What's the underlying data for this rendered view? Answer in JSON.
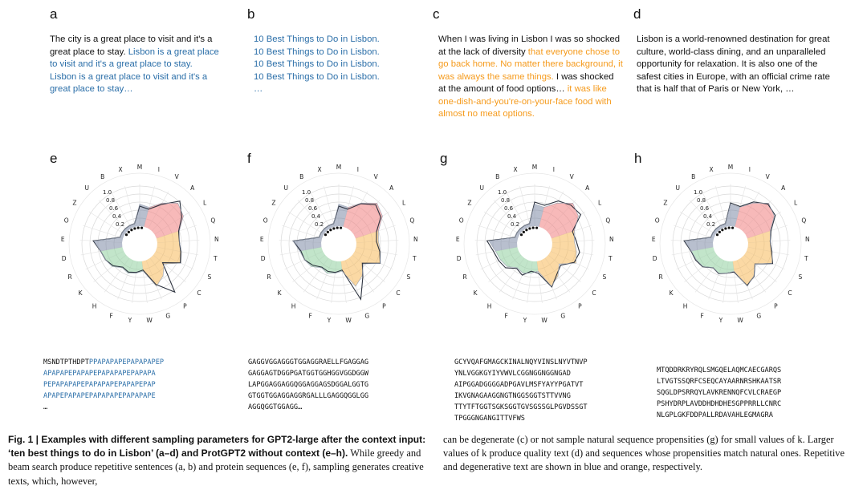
{
  "panels_top": [
    {
      "letter": "a",
      "segments": [
        {
          "text": "The city is a great place to visit and it's a great place to stay. ",
          "style": "plain"
        },
        {
          "text": "Lisbon is a great place to visit and it's a great place to stay.",
          "style": "blue"
        },
        {
          "text": "Lisbon is a great place to visit and it's a great place to stay…",
          "style": "blue",
          "newline": true
        }
      ]
    },
    {
      "letter": "b",
      "segments": [
        {
          "text": "10 Best Things to Do in Lisbon.",
          "style": "blue",
          "newline": true
        },
        {
          "text": "10 Best Things to Do in Lisbon.",
          "style": "blue",
          "newline": true
        },
        {
          "text": "10 Best Things to Do in Lisbon.",
          "style": "blue",
          "newline": true
        },
        {
          "text": "10 Best Things to Do in Lisbon.",
          "style": "blue",
          "newline": true
        },
        {
          "text": "…",
          "style": "blue",
          "newline": true
        }
      ]
    },
    {
      "letter": "c",
      "segments": [
        {
          "text": "When I was living in Lisbon I was so shocked at the lack of diversity ",
          "style": "plain"
        },
        {
          "text": "that everyone chose to go back home. No matter there background, it was always the same things.",
          "style": "orange"
        },
        {
          "text": " I was shocked at the amount of food options… ",
          "style": "plain"
        },
        {
          "text": "it was like one-dish-and-you're-on-your-face food with almost no meat options.",
          "style": "orange"
        }
      ]
    },
    {
      "letter": "d",
      "segments": [
        {
          "text": "Lisbon is a world-renowned destination for great culture, world-class dining, and an unparalleled opportunity for relaxation. It is also one of the safest cities in Europe, with an official crime rate that is half that of Paris or New York, …",
          "style": "plain"
        }
      ]
    }
  ],
  "radar_axis": {
    "amino_acids": [
      "M",
      "I",
      "V",
      "A",
      "L",
      "Q",
      "N",
      "T",
      "S",
      "C",
      "P",
      "G",
      "W",
      "Y",
      "F",
      "H",
      "K",
      "R",
      "D",
      "E",
      "O",
      "Z",
      "U",
      "B",
      "X"
    ],
    "ticks": [
      "0.2",
      "0.4",
      "0.6",
      "0.8",
      "1.0"
    ]
  },
  "colors": {
    "red": "#f08080",
    "orange": "#f7b95a",
    "green": "#8fcf9e",
    "slate": "#7d8aa6",
    "blue": "#2a6ea8",
    "text_orange": "#f59a1b"
  },
  "panels_bottom": [
    {
      "letter": "e",
      "natural": [
        0.55,
        0.5,
        0.72,
        0.95,
        0.85,
        0.6,
        0.55,
        0.62,
        0.7,
        0.35,
        0.55,
        0.7,
        0.25,
        0.3,
        0.35,
        0.3,
        0.45,
        0.5,
        0.55,
        0.7,
        0.08,
        0.08,
        0.08,
        0.08,
        0.08
      ],
      "generated": [
        0.5,
        0.45,
        0.68,
        1.02,
        0.8,
        0.58,
        0.55,
        0.6,
        0.68,
        0.3,
        1.05,
        0.65,
        0.22,
        0.28,
        0.32,
        0.28,
        0.42,
        0.5,
        0.55,
        0.72,
        0.08,
        0.08,
        0.08,
        0.08,
        0.08
      ],
      "sequence": [
        {
          "text": "MSNDTPTHDPT",
          "style": "plain"
        },
        {
          "text": "PPAPAPAPEPAPAPAPEP",
          "style": "blue"
        },
        {
          "text": "APAPAPEPAPAPEPAPAPAPEPAPAPA",
          "style": "blue",
          "newline": true
        },
        {
          "text": "PEPAPAPAPEPAPAPAPEPAPAPEPAP",
          "style": "blue",
          "newline": true
        },
        {
          "text": "APAPEPAPAPEPAPAPAPEPAPAPAPE",
          "style": "blue",
          "newline": true
        },
        {
          "text": "…",
          "style": "plain",
          "newline": true
        }
      ]
    },
    {
      "letter": "f",
      "natural": [
        0.55,
        0.5,
        0.72,
        0.95,
        0.85,
        0.6,
        0.55,
        0.62,
        0.7,
        0.35,
        0.55,
        0.7,
        0.25,
        0.3,
        0.35,
        0.3,
        0.45,
        0.5,
        0.55,
        0.7,
        0.08,
        0.08,
        0.08,
        0.08,
        0.08
      ],
      "generated": [
        0.5,
        0.45,
        0.7,
        0.9,
        0.8,
        0.55,
        0.5,
        0.6,
        0.7,
        0.32,
        0.58,
        1.05,
        0.22,
        0.28,
        0.3,
        0.28,
        0.4,
        0.5,
        0.52,
        0.7,
        0.08,
        0.08,
        0.08,
        0.08,
        0.08
      ],
      "sequence": [
        {
          "text": "GAGGVGGAGGGTGGAGGRAELLFGAGGAG",
          "style": "plain"
        },
        {
          "text": "GAGGAGTDGGPGATGGTGGHGGVGGDGGW",
          "style": "plain",
          "newline": true
        },
        {
          "text": "LAPGGAGGAGGQGGAGGAGSDGGALGGTG",
          "style": "plain",
          "newline": true
        },
        {
          "text": "GTGGTGGAGGAGGRGALLLGAGGQGGLGG",
          "style": "plain",
          "newline": true
        },
        {
          "text": "AGGQGGTGGAGG…",
          "style": "plain",
          "newline": true
        }
      ]
    },
    {
      "letter": "g",
      "natural": [
        0.55,
        0.5,
        0.72,
        0.95,
        0.85,
        0.6,
        0.55,
        0.62,
        0.7,
        0.35,
        0.55,
        0.7,
        0.25,
        0.3,
        0.35,
        0.3,
        0.45,
        0.5,
        0.55,
        0.7,
        0.08,
        0.08,
        0.08,
        0.08,
        0.08
      ],
      "generated": [
        0.6,
        0.55,
        0.78,
        0.88,
        0.92,
        0.55,
        0.6,
        0.7,
        0.65,
        0.4,
        0.5,
        0.72,
        0.3,
        0.25,
        0.4,
        0.32,
        0.5,
        0.55,
        0.6,
        0.75,
        0.08,
        0.08,
        0.08,
        0.08,
        0.08
      ],
      "sequence": [
        {
          "text": "GCYVQAFGMAGCKINALNQYVINSLNYVTNVP",
          "style": "plain"
        },
        {
          "text": "YNLVGGKGYIYVWVLCGGNGGNGGNGAD",
          "style": "plain",
          "newline": true
        },
        {
          "text": "AIPGGADGGGGADPGAVLMSFYAYYPGATVT",
          "style": "plain",
          "newline": true
        },
        {
          "text": "IKVGNAGAAGGNGTNGGSGGTSTTVVNG",
          "style": "plain",
          "newline": true
        },
        {
          "text": "TTYTFTGGTSGKSGGTGVSGSSGLPGVDSSGT",
          "style": "plain",
          "newline": true
        },
        {
          "text": "TPGGGNGANGITTVFWS",
          "style": "plain",
          "newline": true
        }
      ]
    },
    {
      "letter": "h",
      "natural": [
        0.55,
        0.5,
        0.72,
        0.95,
        0.85,
        0.6,
        0.55,
        0.62,
        0.7,
        0.35,
        0.55,
        0.7,
        0.25,
        0.3,
        0.35,
        0.3,
        0.45,
        0.5,
        0.55,
        0.7,
        0.08,
        0.08,
        0.08,
        0.08,
        0.08
      ],
      "generated": [
        0.58,
        0.52,
        0.75,
        0.92,
        0.88,
        0.62,
        0.55,
        0.6,
        0.72,
        0.35,
        0.56,
        0.68,
        0.27,
        0.3,
        0.36,
        0.3,
        0.46,
        0.52,
        0.56,
        0.72,
        0.08,
        0.08,
        0.08,
        0.08,
        0.08
      ],
      "sequence": [
        {
          "text": "MTQDDRKRYRQLSMGQELAQMCAECGARQS",
          "style": "plain"
        },
        {
          "text": "LTVGTSSQRFCSEQCAYAARNRSHKAATSR",
          "style": "plain",
          "newline": true
        },
        {
          "text": "SQGLDPSRRQYLAVKRENNQFCVLCRAEGP",
          "style": "plain",
          "newline": true
        },
        {
          "text": "PSHYDRPLAVDDHDHDHESGPPRRLLCNRC",
          "style": "plain",
          "newline": true
        },
        {
          "text": "NLGPLGKFDDPALLRDAVAHLEGMAGRA",
          "style": "plain",
          "newline": true
        }
      ]
    }
  ],
  "caption": {
    "bold_prefix": "Fig. 1 | Examples with different sampling parameters for GPT2-large after the context input: ‘ten best things to do in Lisbon’ (a–d) and ProtGPT2 without context (e–h).",
    "body_left": " While greedy and beam search produce repetitive sentences (a, b) and protein sequences (e, f), sampling generates creative texts, which, however,",
    "body_right": "can be degenerate (c) or not sample natural sequence propensities (g) for small values of k. Larger values of k produce quality text (d) and sequences whose propensities match natural ones. Repetitive and degenerative text are shown in blue and orange, respectively."
  }
}
